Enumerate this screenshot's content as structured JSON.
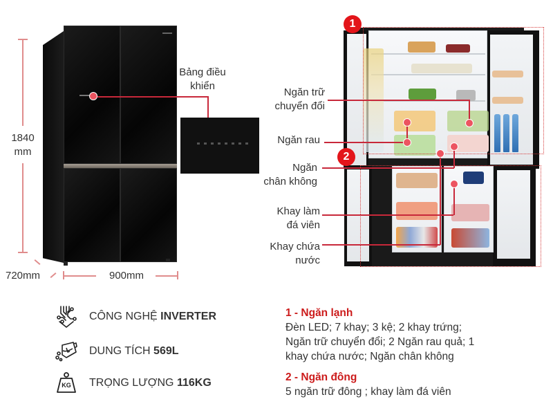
{
  "dimensions": {
    "height_value": "1840",
    "height_unit": "mm",
    "depth": "720mm",
    "width": "900mm"
  },
  "callouts": {
    "control_panel": [
      "Bảng điều",
      "khiển"
    ],
    "convertible_compartment": [
      "Ngăn trữ",
      "chuyển đổi"
    ],
    "vegetable_drawer": [
      "Ngăn rau"
    ],
    "vacuum_compartment": [
      "Ngăn",
      "chân không"
    ],
    "ice_tray": [
      "Khay làm",
      "đá viên"
    ],
    "water_tray": [
      "Khay chứa",
      "nước"
    ]
  },
  "zones": {
    "zone1_badge": "1",
    "zone2_badge": "2"
  },
  "features": [
    {
      "icon": "inverter-chip-icon",
      "label": "CÔNG NGHỆ ",
      "value": "INVERTER"
    },
    {
      "icon": "capacity-jug-icon",
      "label": "DUNG TÍCH ",
      "value": "569L"
    },
    {
      "icon": "weight-kg-icon",
      "label": "TRỌNG LƯỢNG ",
      "value": "116KG",
      "icon_text": "KG"
    }
  ],
  "specs": {
    "fridge_title": "1 - Ngăn lạnh",
    "fridge_lines": [
      "Đèn LED; 7 khay; 3 kệ; 2 khay trứng;",
      "Ngăn trữ chuyển đổi; 2 Ngăn rau quả; 1",
      "khay chứa nước; Ngăn chân không"
    ],
    "freezer_title": "2 - Ngăn đông",
    "freezer_lines": [
      "5 ngăn trữ đông ; khay làm đá viên"
    ]
  },
  "colors": {
    "accent_red": "#cc1b1b",
    "badge_red": "#e3151a",
    "dimension_line": "#e08c8c",
    "callout_line": "#c8283a"
  }
}
